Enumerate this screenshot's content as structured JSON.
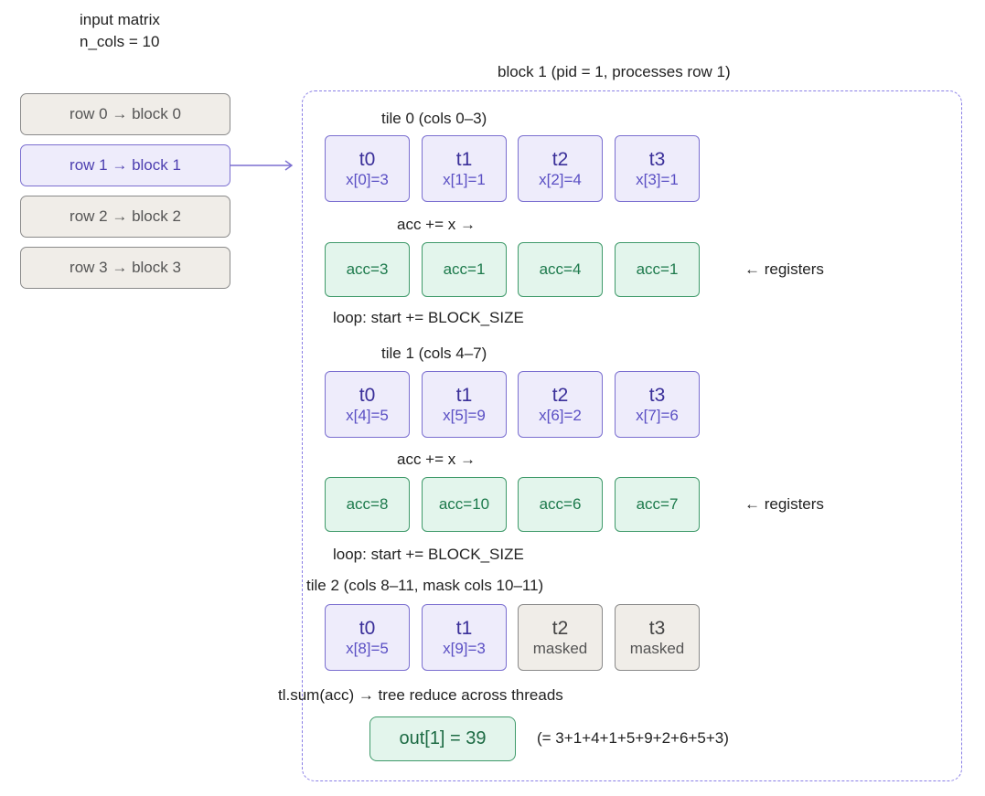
{
  "header": {
    "input_line1": "input matrix",
    "input_line2": "n_cols = 10",
    "block_title": "block 1 (pid = 1, processes row 1)"
  },
  "rows": [
    {
      "label": "row 0 → block 0",
      "active": false
    },
    {
      "label": "row 1 → block 1",
      "active": true
    },
    {
      "label": "row 2 → block 2",
      "active": false
    },
    {
      "label": "row 3 → block 3",
      "active": false
    }
  ],
  "tiles": [
    {
      "label": "tile 0 (cols 0–3)",
      "cells": [
        {
          "thread": "t0",
          "value": "x[0]=3",
          "masked": false
        },
        {
          "thread": "t1",
          "value": "x[1]=1",
          "masked": false
        },
        {
          "thread": "t2",
          "value": "x[2]=4",
          "masked": false
        },
        {
          "thread": "t3",
          "value": "x[3]=1",
          "masked": false
        }
      ],
      "acc_op": "acc += x →",
      "acc": [
        "acc=3",
        "acc=1",
        "acc=4",
        "acc=1"
      ],
      "registers_note": "← registers",
      "loop": "loop: start += BLOCK_SIZE"
    },
    {
      "label": "tile 1 (cols 4–7)",
      "cells": [
        {
          "thread": "t0",
          "value": "x[4]=5",
          "masked": false
        },
        {
          "thread": "t1",
          "value": "x[5]=9",
          "masked": false
        },
        {
          "thread": "t2",
          "value": "x[6]=2",
          "masked": false
        },
        {
          "thread": "t3",
          "value": "x[7]=6",
          "masked": false
        }
      ],
      "acc_op": "acc += x →",
      "acc": [
        "acc=8",
        "acc=10",
        "acc=6",
        "acc=7"
      ],
      "registers_note": "← registers",
      "loop": "loop: start += BLOCK_SIZE"
    },
    {
      "label": "tile 2 (cols 8–11, mask cols 10–11)",
      "cells": [
        {
          "thread": "t0",
          "value": "x[8]=5",
          "masked": false
        },
        {
          "thread": "t1",
          "value": "x[9]=3",
          "masked": false
        },
        {
          "thread": "t2",
          "value": "masked",
          "masked": true
        },
        {
          "thread": "t3",
          "value": "masked",
          "masked": true
        }
      ]
    }
  ],
  "reduce": {
    "label": "tl.sum(acc) → tree reduce across threads",
    "output": "out[1] = 39",
    "explanation": "(= 3+1+4+1+5+9+2+6+5+3)"
  },
  "colors": {
    "active_accent": "#7b6fd0",
    "register_green": "#3f9a6a",
    "masked_gray": "#f0ede8"
  }
}
